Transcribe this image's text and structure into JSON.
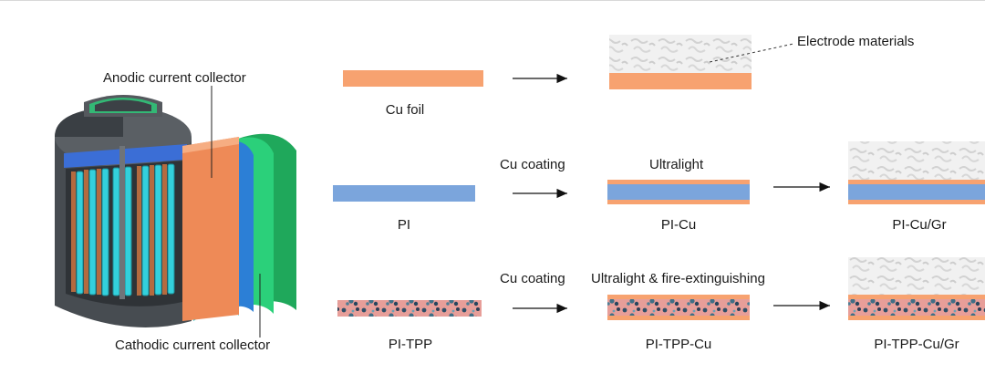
{
  "labels": {
    "anodic": "Anodic current collector",
    "cathodic": "Cathodic current collector",
    "electrode_materials": "Electrode materials"
  },
  "rows": [
    {
      "name": "Cu foil",
      "arrow1_label": "",
      "mid_label": "",
      "final_label": ""
    },
    {
      "name": "PI",
      "arrow1_label": "Cu coating",
      "mid_label": "Ultralight",
      "mid_name": "PI-Cu",
      "final_name": "PI-Cu/Gr"
    },
    {
      "name": "PI-TPP",
      "arrow1_label": "Cu coating",
      "mid_label": "Ultralight & fire-extinguishing",
      "mid_name": "PI-TPP-Cu",
      "final_name": "PI-TPP-Cu/Gr"
    }
  ],
  "colors": {
    "copper": "#f7a270",
    "pi_blue": "#7ba5dc",
    "tpp_pink": "#e79e99",
    "tpp_dark": "#2f4f68",
    "electrode_gray": "#e9e9e9",
    "cell_gray": "#3f4448",
    "cell_cyan": "#33d0dc",
    "cell_green": "#2bd07a",
    "cell_orange": "#ee8a57"
  }
}
